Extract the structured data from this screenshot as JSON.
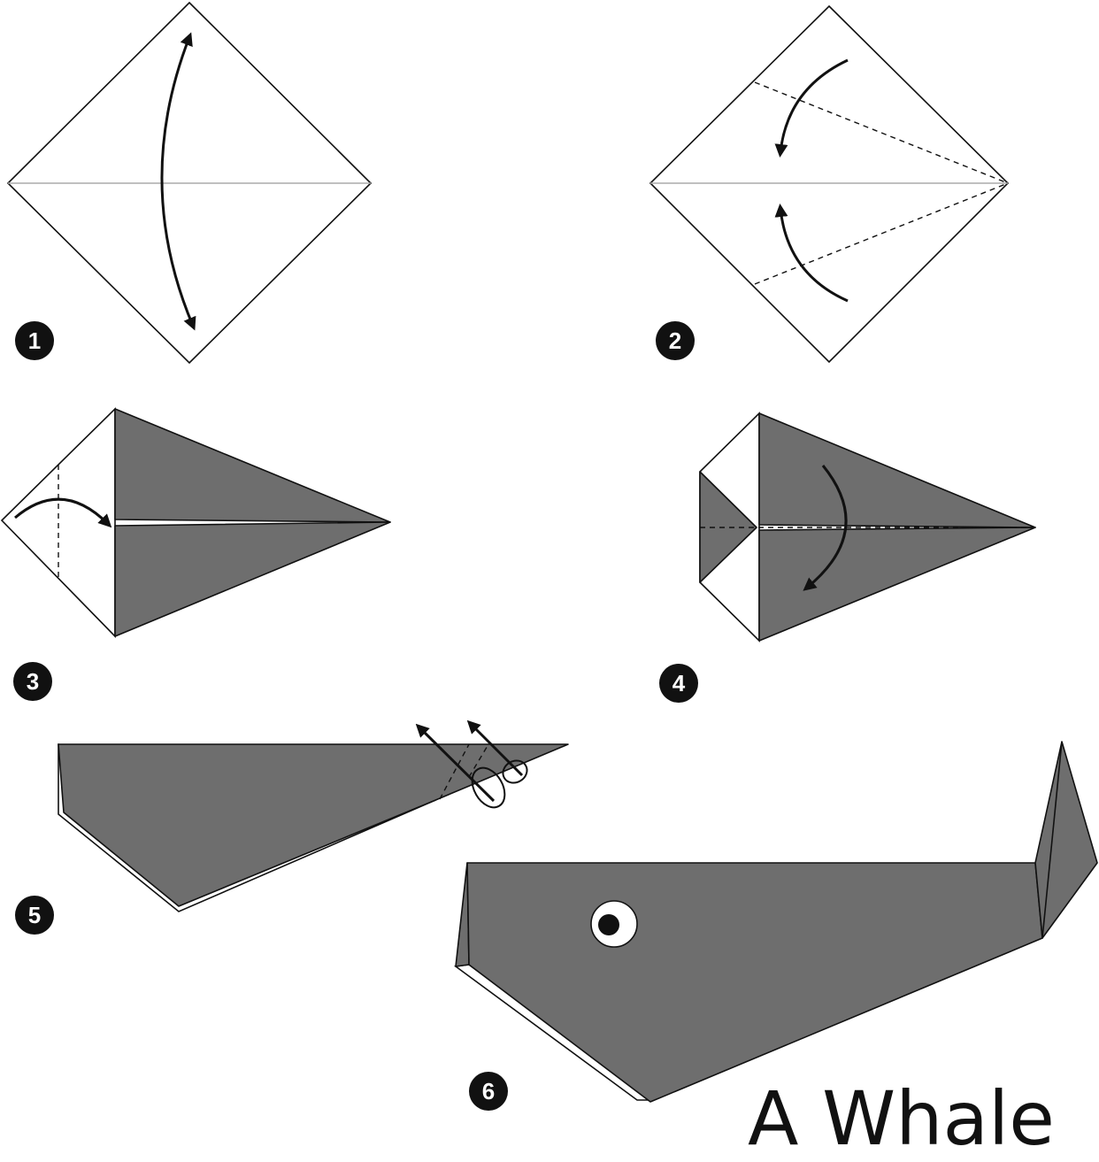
{
  "title": "A Whale",
  "steps": [
    {
      "number": "1"
    },
    {
      "number": "2"
    },
    {
      "number": "3"
    },
    {
      "number": "4"
    },
    {
      "number": "5"
    },
    {
      "number": "6"
    }
  ],
  "colors": {
    "paper_grey": "#6e6e6e",
    "outline": "#111111",
    "paper_white": "#ffffff"
  }
}
